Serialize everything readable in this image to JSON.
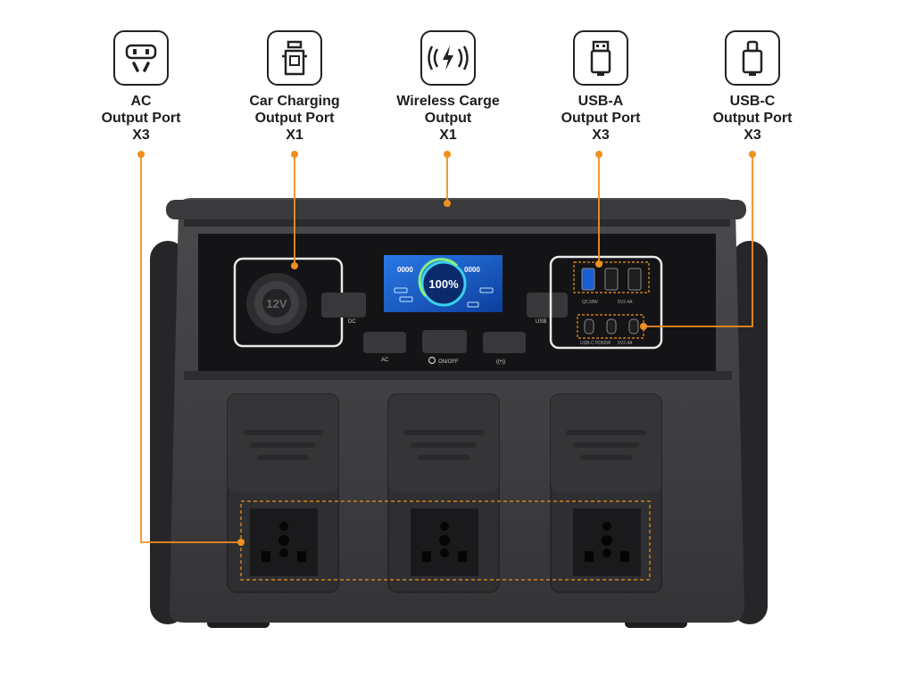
{
  "callouts": [
    {
      "id": "ac",
      "icon": "ac-plug-icon",
      "line1": "AC",
      "line2": "Output Port",
      "qty": "X3"
    },
    {
      "id": "car",
      "icon": "car-charger-icon",
      "line1": "Car Charging",
      "line2": "Output Port",
      "qty": "X1"
    },
    {
      "id": "wireless",
      "icon": "wireless-charge-icon",
      "line1": "Wireless Carge",
      "line2": "Output",
      "qty": "X1"
    },
    {
      "id": "usba",
      "icon": "usb-a-icon",
      "line1": "USB-A",
      "line2": "Output Port",
      "qty": "X3"
    },
    {
      "id": "usbc",
      "icon": "usb-c-icon",
      "line1": "USB-C",
      "line2": "Output Port",
      "qty": "X3"
    }
  ],
  "panel": {
    "display_percent": "100%",
    "left_readout": "0000",
    "right_readout": "0000",
    "dc_button_label": "DC",
    "usb_button_label": "USB",
    "ac_button_label": "AC",
    "power_button_label": "ON/OFF",
    "wireless_button_label": "((•))",
    "usb_a_spec_left": "QC18W",
    "usb_a_spec_right": "5V2.4A",
    "usb_c_spec_left": "USB-C PD60W",
    "usb_c_spec_right": "5V2.4A",
    "car_socket_label": "12V"
  },
  "colors": {
    "accent": "#f0901e",
    "body": "#3c3c3e",
    "body_dark": "#2b2b2d",
    "panel": "#141416",
    "lcd": "#1a5fd0"
  }
}
